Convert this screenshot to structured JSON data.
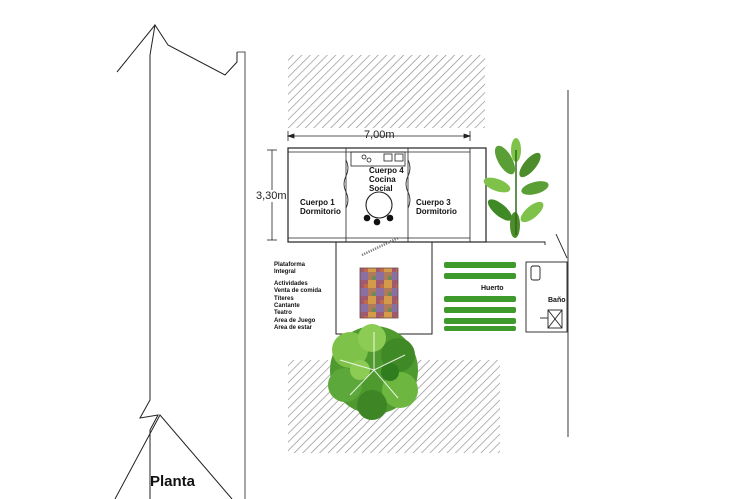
{
  "drawing": {
    "title": "Planta",
    "dimensions": {
      "width": "7,00m",
      "height": "3,30m"
    },
    "rooms": {
      "body1": [
        "Cuerpo 1",
        "Dormitorio"
      ],
      "body4": [
        "Cuerpo 4",
        "Cocina",
        "Social"
      ],
      "body3": [
        "Cuerpo 3",
        "Dormitorio"
      ]
    },
    "platform": {
      "lines": [
        "Plataforma",
        "Integral",
        "",
        "Actividades",
        "Venta de comida",
        "Títeres",
        "Cantante",
        "Teatro",
        "Area de Juego",
        "Area de estar"
      ]
    },
    "garden_label": "Huerto",
    "bath_label": "Baño"
  },
  "colors": {
    "line": "#222222",
    "hatch": "#8a8a8a",
    "foliage_dark": "#2f7d1f",
    "foliage_light": "#7fc24a",
    "garden_green": "#3f9a2c"
  }
}
